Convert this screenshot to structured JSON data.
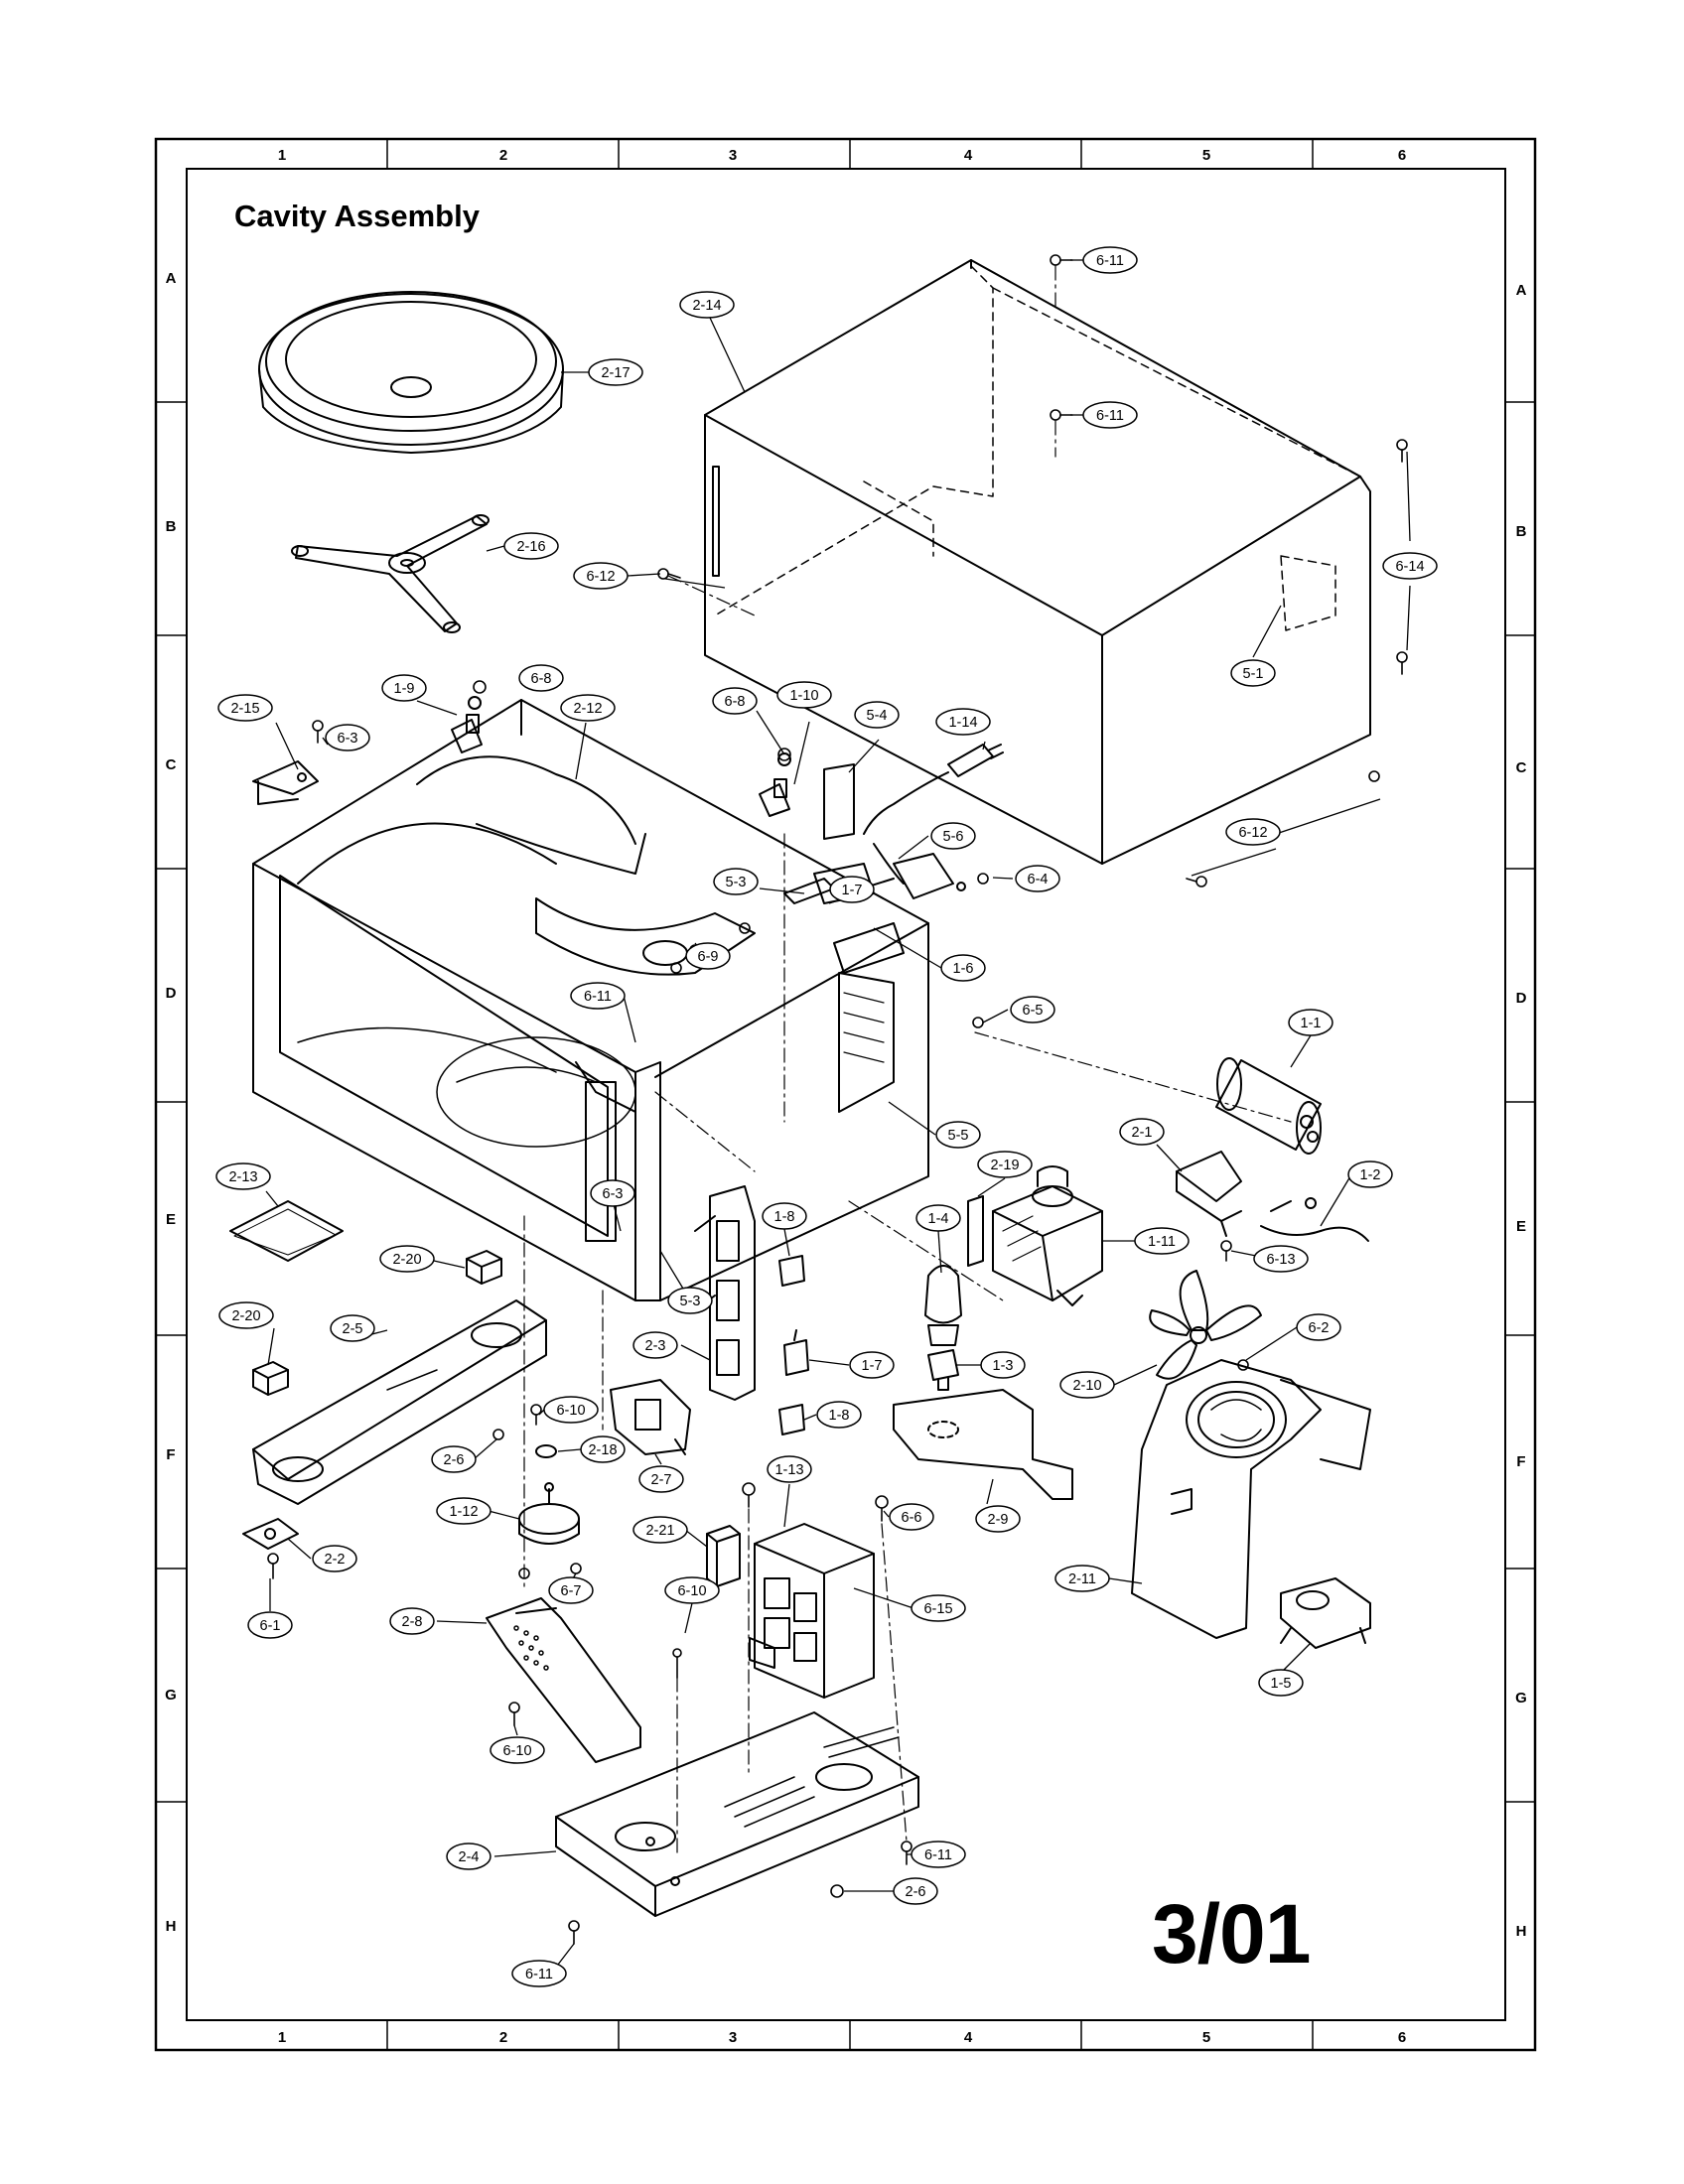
{
  "title": "Cavity Assembly",
  "revision": "3/01",
  "grid": {
    "columns": [
      "1",
      "2",
      "3",
      "4",
      "5",
      "6"
    ],
    "rows": [
      "A",
      "B",
      "C",
      "D",
      "E",
      "F",
      "G",
      "H"
    ]
  },
  "callouts": [
    {
      "id": "c-6-11-top",
      "label": "6-11"
    },
    {
      "id": "c-2-14",
      "label": "2-14"
    },
    {
      "id": "c-2-17",
      "label": "2-17"
    },
    {
      "id": "c-6-11-mid",
      "label": "6-11"
    },
    {
      "id": "c-2-16",
      "label": "2-16"
    },
    {
      "id": "c-6-12-left",
      "label": "6-12"
    },
    {
      "id": "c-6-14",
      "label": "6-14"
    },
    {
      "id": "c-5-1",
      "label": "5-1"
    },
    {
      "id": "c-1-9",
      "label": "1-9"
    },
    {
      "id": "c-6-8-a",
      "label": "6-8"
    },
    {
      "id": "c-2-15",
      "label": "2-15"
    },
    {
      "id": "c-2-12",
      "label": "2-12"
    },
    {
      "id": "c-6-3-a",
      "label": "6-3"
    },
    {
      "id": "c-6-8-b",
      "label": "6-8"
    },
    {
      "id": "c-1-10",
      "label": "1-10"
    },
    {
      "id": "c-5-4",
      "label": "5-4"
    },
    {
      "id": "c-1-14",
      "label": "1-14"
    },
    {
      "id": "c-6-12-right",
      "label": "6-12"
    },
    {
      "id": "c-5-6",
      "label": "5-6"
    },
    {
      "id": "c-6-4",
      "label": "6-4"
    },
    {
      "id": "c-5-3-a",
      "label": "5-3"
    },
    {
      "id": "c-1-7-a",
      "label": "1-7"
    },
    {
      "id": "c-6-9",
      "label": "6-9"
    },
    {
      "id": "c-1-6",
      "label": "1-6"
    },
    {
      "id": "c-6-11-c",
      "label": "6-11"
    },
    {
      "id": "c-6-5",
      "label": "6-5"
    },
    {
      "id": "c-1-1",
      "label": "1-1"
    },
    {
      "id": "c-5-5",
      "label": "5-5"
    },
    {
      "id": "c-2-1",
      "label": "2-1"
    },
    {
      "id": "c-2-19",
      "label": "2-19"
    },
    {
      "id": "c-1-2",
      "label": "1-2"
    },
    {
      "id": "c-2-13",
      "label": "2-13"
    },
    {
      "id": "c-6-3-b",
      "label": "6-3"
    },
    {
      "id": "c-1-4",
      "label": "1-4"
    },
    {
      "id": "c-1-11",
      "label": "1-11"
    },
    {
      "id": "c-6-13",
      "label": "6-13"
    },
    {
      "id": "c-1-8-a",
      "label": "1-8"
    },
    {
      "id": "c-2-20-a",
      "label": "2-20"
    },
    {
      "id": "c-5-3-b",
      "label": "5-3"
    },
    {
      "id": "c-2-20-b",
      "label": "2-20"
    },
    {
      "id": "c-2-5",
      "label": "2-5"
    },
    {
      "id": "c-2-3",
      "label": "2-3"
    },
    {
      "id": "c-1-7-b",
      "label": "1-7"
    },
    {
      "id": "c-1-3",
      "label": "1-3"
    },
    {
      "id": "c-2-10",
      "label": "2-10"
    },
    {
      "id": "c-6-2",
      "label": "6-2"
    },
    {
      "id": "c-6-10-a",
      "label": "6-10"
    },
    {
      "id": "c-1-8-b",
      "label": "1-8"
    },
    {
      "id": "c-2-6-a",
      "label": "2-6"
    },
    {
      "id": "c-2-18",
      "label": "2-18"
    },
    {
      "id": "c-2-7",
      "label": "2-7"
    },
    {
      "id": "c-1-13",
      "label": "1-13"
    },
    {
      "id": "c-1-12",
      "label": "1-12"
    },
    {
      "id": "c-6-6",
      "label": "6-6"
    },
    {
      "id": "c-2-9",
      "label": "2-9"
    },
    {
      "id": "c-2-2",
      "label": "2-2"
    },
    {
      "id": "c-2-21",
      "label": "2-21"
    },
    {
      "id": "c-2-11",
      "label": "2-11"
    },
    {
      "id": "c-6-7",
      "label": "6-7"
    },
    {
      "id": "c-6-15",
      "label": "6-15"
    },
    {
      "id": "c-6-1",
      "label": "6-1"
    },
    {
      "id": "c-6-10-b",
      "label": "6-10"
    },
    {
      "id": "c-2-8",
      "label": "2-8"
    },
    {
      "id": "c-1-5",
      "label": "1-5"
    },
    {
      "id": "c-6-10-c",
      "label": "6-10"
    },
    {
      "id": "c-6-11-d",
      "label": "6-11"
    },
    {
      "id": "c-2-4",
      "label": "2-4"
    },
    {
      "id": "c-2-6-b",
      "label": "2-6"
    },
    {
      "id": "c-6-11-e",
      "label": "6-11"
    }
  ]
}
